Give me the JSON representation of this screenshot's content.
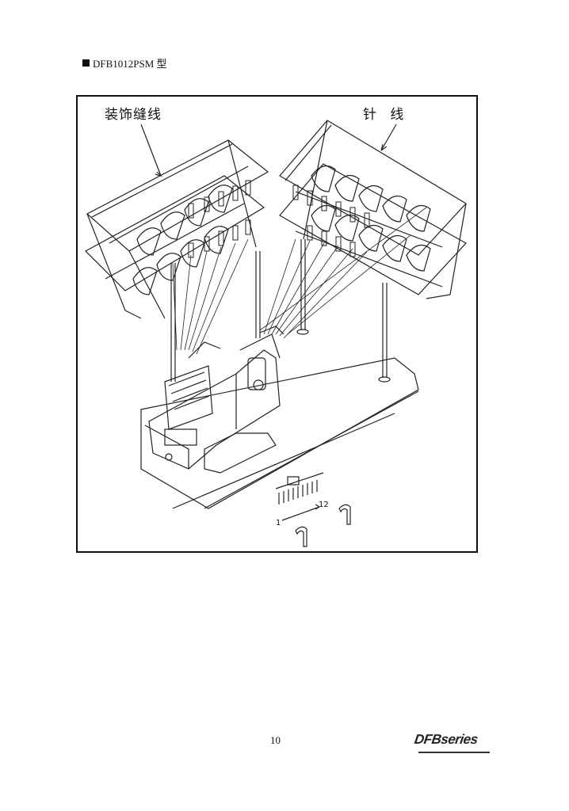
{
  "page": {
    "heading": "DFB1012PSM 型",
    "page_number": "10",
    "logo_text": "DFBseries"
  },
  "figure": {
    "label_decorative_thread": "装饰缝线",
    "label_needle_thread": "针 线",
    "guide_number_start": "1",
    "guide_number_end": "12"
  }
}
